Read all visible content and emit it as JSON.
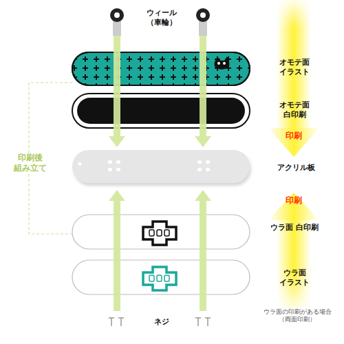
{
  "diagram": {
    "labels": [
      "ウィール （車輪）",
      "オモテ面 イラスト",
      "オモテ面 白印刷",
      "印刷",
      "アクリル板",
      "印刷",
      "ウラ面 白印刷",
      "ウラ面 イラスト",
      "印刷後 組み立て",
      "ネジ",
      "ウラ面の印刷がある場合 （両面印刷）"
    ]
  }
}
